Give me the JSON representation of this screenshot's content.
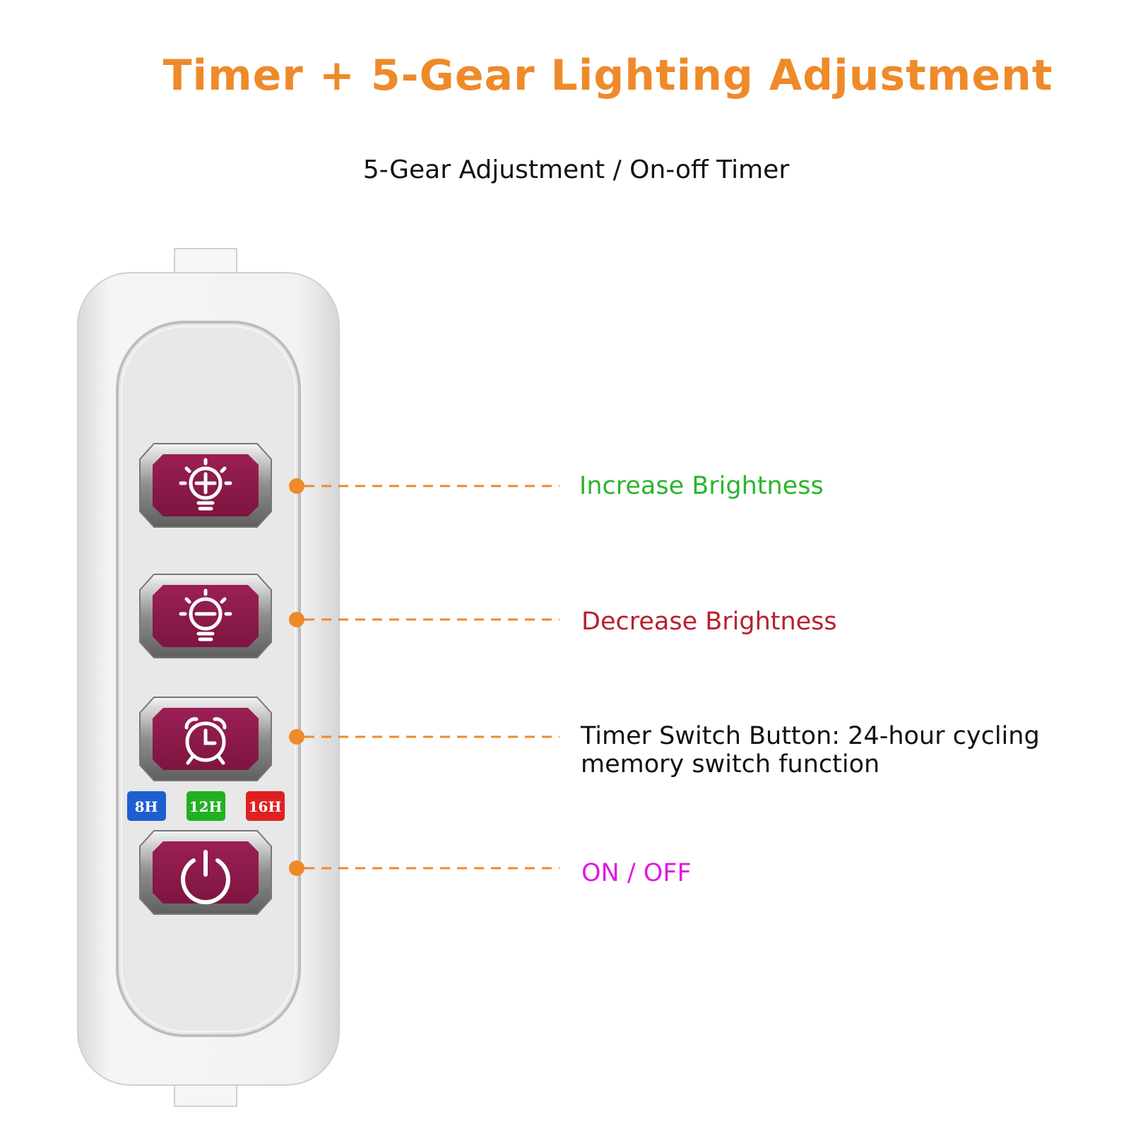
{
  "title": "Timer + 5-Gear Lighting Adjustment",
  "subtitle": "5-Gear Adjustment / On-off Timer",
  "buttons": {
    "increase": {
      "label": "Increase Brightness",
      "color": "#2bb52b",
      "icon": "bulb-plus-icon"
    },
    "decrease": {
      "label": "Decrease Brightness",
      "color": "#b8202e",
      "icon": "bulb-minus-icon"
    },
    "timer": {
      "label_line1": "Timer Switch Button: 24-hour cycling",
      "label_line2": "memory switch function",
      "color": "#111111",
      "icon": "alarm-clock-icon"
    },
    "power": {
      "label": "ON / OFF",
      "color": "#e019e0",
      "icon": "power-icon"
    }
  },
  "timer_badges": [
    {
      "text": "8H",
      "color": "#1e5fd0"
    },
    {
      "text": "12H",
      "color": "#22b022"
    },
    {
      "text": "16H",
      "color": "#e02020"
    }
  ],
  "colors": {
    "title": "#ee8a2a",
    "callout_line": "#ee8a2a",
    "button_face": "#8e1a4a",
    "device_body": "#f3f3f3",
    "device_panel": "#e6e6e6"
  }
}
